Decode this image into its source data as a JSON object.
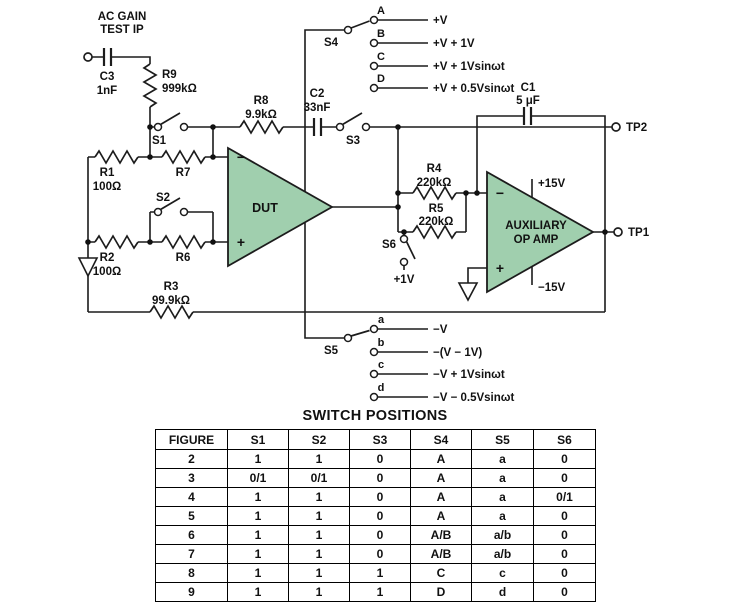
{
  "circuit": {
    "source_label": {
      "line1": "AC GAIN",
      "line2": "TEST IP"
    },
    "components": {
      "c3": {
        "ref": "C3",
        "value": "1nF"
      },
      "r9": {
        "ref": "R9",
        "value": "999kΩ"
      },
      "s1": {
        "ref": "S1"
      },
      "s2": {
        "ref": "S2"
      },
      "s3": {
        "ref": "S3"
      },
      "s4": {
        "ref": "S4"
      },
      "s5": {
        "ref": "S5"
      },
      "s6": {
        "ref": "S6"
      },
      "r8": {
        "ref": "R8",
        "value": "9.9kΩ"
      },
      "c2": {
        "ref": "C2",
        "value": "33nF"
      },
      "r1": {
        "ref": "R1",
        "value": "100Ω"
      },
      "r7": {
        "ref": "R7"
      },
      "r2": {
        "ref": "R2",
        "value": "100Ω"
      },
      "r6": {
        "ref": "R6"
      },
      "r3": {
        "ref": "R3",
        "value": "99.9kΩ"
      },
      "r4": {
        "ref": "R4",
        "value": "220kΩ"
      },
      "r5": {
        "ref": "R5",
        "value": "220kΩ"
      },
      "c1": {
        "ref": "C1",
        "value": "5 μF"
      }
    },
    "dut_label": "DUT",
    "aux": {
      "line1": "AUXILIARY",
      "line2": "OP AMP",
      "vplus": "+15V",
      "vminus": "−15V"
    },
    "polarity": {
      "minus": "−",
      "plus": "+"
    },
    "tp1": "TP1",
    "tp2": "TP2",
    "s6_source": "+1V",
    "s4_positions": [
      {
        "key": "A",
        "label": "+V"
      },
      {
        "key": "B",
        "label": "+V + 1V"
      },
      {
        "key": "C",
        "label": "+V + 1Vsinωt"
      },
      {
        "key": "D",
        "label": "+V + 0.5Vsinωt"
      }
    ],
    "s5_positions": [
      {
        "key": "a",
        "label": "−V"
      },
      {
        "key": "b",
        "label": "−(V − 1V)"
      },
      {
        "key": "c",
        "label": "−V + 1Vsinωt"
      },
      {
        "key": "d",
        "label": "−V − 0.5Vsinωt"
      }
    ]
  },
  "colors": {
    "opamp_fill": "#a0cfae",
    "line": "#1c1c1c"
  },
  "switch_table": {
    "title": "SWITCH POSITIONS",
    "headers": [
      "FIGURE",
      "S1",
      "S2",
      "S3",
      "S4",
      "S5",
      "S6"
    ],
    "rows": [
      [
        "2",
        "1",
        "1",
        "0",
        "A",
        "a",
        "0"
      ],
      [
        "3",
        "0/1",
        "0/1",
        "0",
        "A",
        "a",
        "0"
      ],
      [
        "4",
        "1",
        "1",
        "0",
        "A",
        "a",
        "0/1"
      ],
      [
        "5",
        "1",
        "1",
        "0",
        "A",
        "a",
        "0"
      ],
      [
        "6",
        "1",
        "1",
        "0",
        "A/B",
        "a/b",
        "0"
      ],
      [
        "7",
        "1",
        "1",
        "0",
        "A/B",
        "a/b",
        "0"
      ],
      [
        "8",
        "1",
        "1",
        "1",
        "C",
        "c",
        "0"
      ],
      [
        "9",
        "1",
        "1",
        "1",
        "D",
        "d",
        "0"
      ]
    ]
  }
}
